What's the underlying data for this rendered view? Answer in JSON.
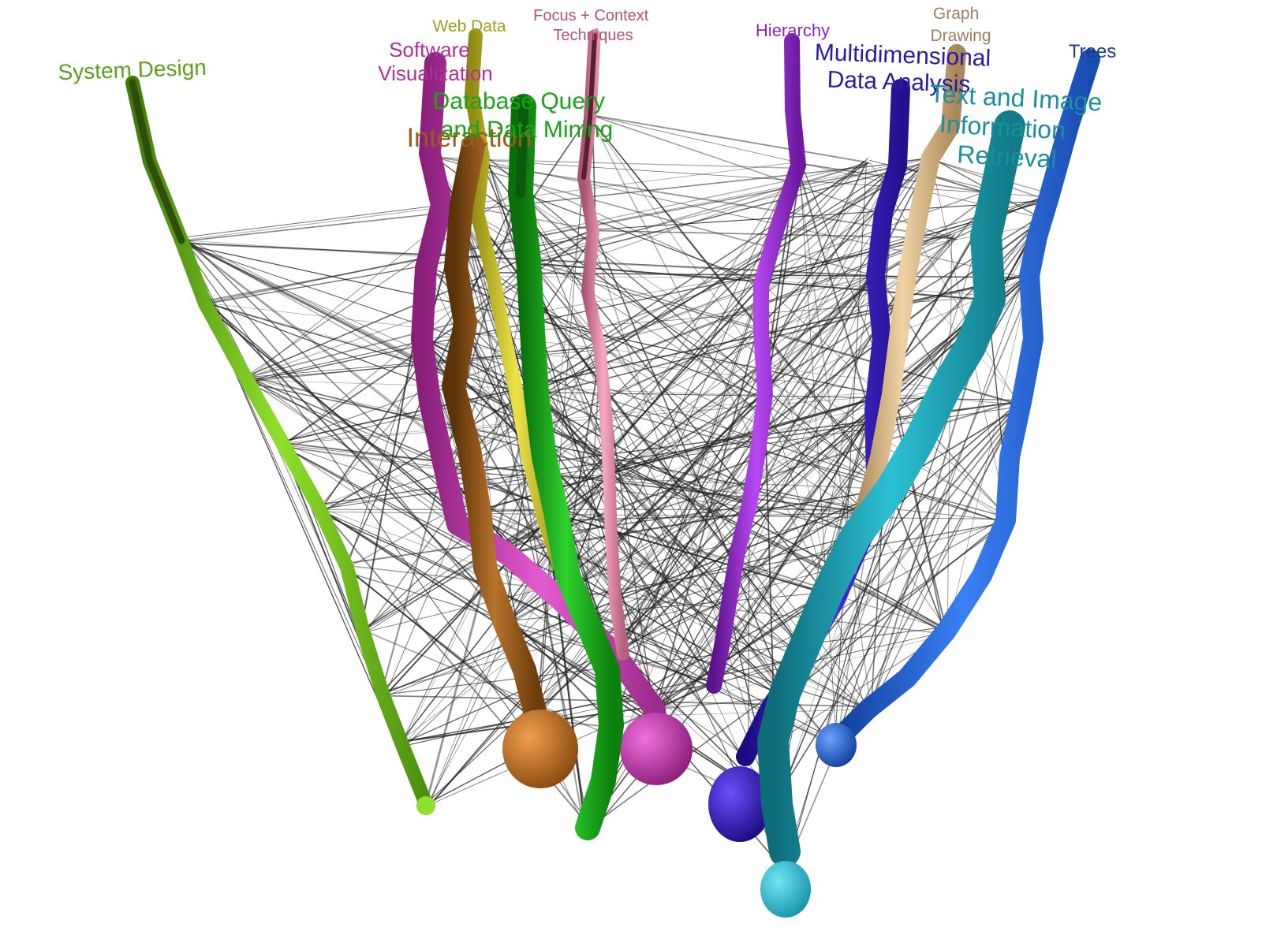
{
  "topics": [
    {
      "id": "system-design",
      "label_lines": [
        "System Design"
      ],
      "color": "#7ed321"
    },
    {
      "id": "software-visualization",
      "label_lines": [
        "Software",
        "Visualization"
      ],
      "color": "#cc3fb4"
    },
    {
      "id": "web-data",
      "label_lines": [
        "Web Data"
      ],
      "color": "#c9c03a"
    },
    {
      "id": "interaction",
      "label_lines": [
        "Interaction"
      ],
      "color": "#9c5a1c"
    },
    {
      "id": "database-query",
      "label_lines": [
        "Database Query",
        "and Data Mining"
      ],
      "color": "#19b319"
    },
    {
      "id": "focus-context",
      "label_lines": [
        "Focus + Context",
        "Techniques"
      ],
      "color": "#e88aa8"
    },
    {
      "id": "hierarchy",
      "label_lines": [
        "Hierarchy"
      ],
      "color": "#a12fd6"
    },
    {
      "id": "multidimensional",
      "label_lines": [
        "Multidimensional",
        "Data Analysis"
      ],
      "color": "#3b1ec9"
    },
    {
      "id": "graph-drawing",
      "label_lines": [
        "Graph",
        "Drawing"
      ],
      "color": "#d9b88a"
    },
    {
      "id": "text-image",
      "label_lines": [
        "Text and Image",
        "Information",
        "Retrieval"
      ],
      "color": "#1fa6b8"
    },
    {
      "id": "trees",
      "label_lines": [
        "Trees"
      ],
      "color": "#2a6ae6"
    }
  ],
  "colors": {
    "edge": "#222222",
    "background": "#ffffff"
  }
}
